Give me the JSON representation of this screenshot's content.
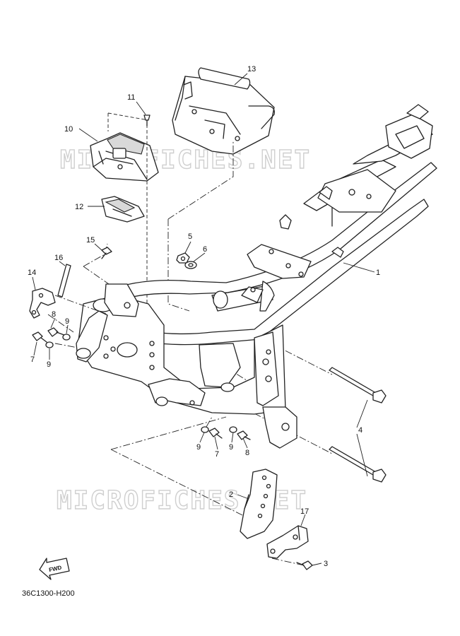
{
  "watermark": "MICROFICHES.NET",
  "diagram_code": "36C1300-H200",
  "fwd_label": "FWD",
  "callouts": {
    "c1": "1",
    "c2": "2",
    "c3": "3",
    "c4": "4",
    "c5": "5",
    "c6": "6",
    "c7a": "7",
    "c7b": "7",
    "c8a": "8",
    "c8b": "8",
    "c9a": "9",
    "c9b": "9",
    "c9c": "9",
    "c9d": "9",
    "c10": "10",
    "c11": "11",
    "c12": "12",
    "c13": "13",
    "c14": "14",
    "c15": "15",
    "c16": "16",
    "c17": "17"
  }
}
